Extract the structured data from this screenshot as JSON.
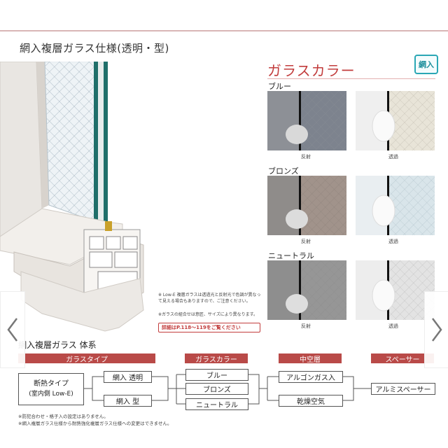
{
  "page": {
    "heading": "網入複層ガラス仕様(透明・型)"
  },
  "glass_color": {
    "title": "ガラスカラー",
    "badge": "網入",
    "rows": [
      {
        "name": "ブルー",
        "left_caption": "反射",
        "right_caption": "透過"
      },
      {
        "name": "ブロンズ",
        "left_caption": "反射",
        "right_caption": "透過"
      },
      {
        "name": "ニュートラル",
        "left_caption": "反射",
        "right_caption": "透過"
      }
    ]
  },
  "notes": {
    "note1": "※ Low-E 複層ガラスは透過光と反射光で色調が異なって見える場合もありますので、ご注意ください。",
    "note2": "※ガラスの組合せは意匠、サイズにより異なります。",
    "link": "詳細はP.118〜119をご覧ください"
  },
  "system": {
    "title": "網入複層ガラス 体系",
    "headers": [
      "ガラスタイプ",
      "ガラスカラー",
      "中空層",
      "スペーサー"
    ],
    "type_label_1": "断熱タイプ",
    "type_label_2": "(室内側 Low-E)",
    "glass_types": [
      "網入 透明",
      "網入 型"
    ],
    "colors": [
      "ブルー",
      "ブロンズ",
      "ニュートラル"
    ],
    "layers": [
      "アルゴンガス入",
      "乾燥空気"
    ],
    "spacer": "アルミスペーサー"
  },
  "footnotes": [
    "※防犯合わせ・格子入の設定はありません。",
    "※網入複層ガラス仕様から耐熱強化複層ガラス仕様への変更はできません。"
  ],
  "colors": {
    "accent_red": "#b94a48",
    "title_red": "#c23c3c",
    "badge_teal": "#2aa7b5"
  }
}
